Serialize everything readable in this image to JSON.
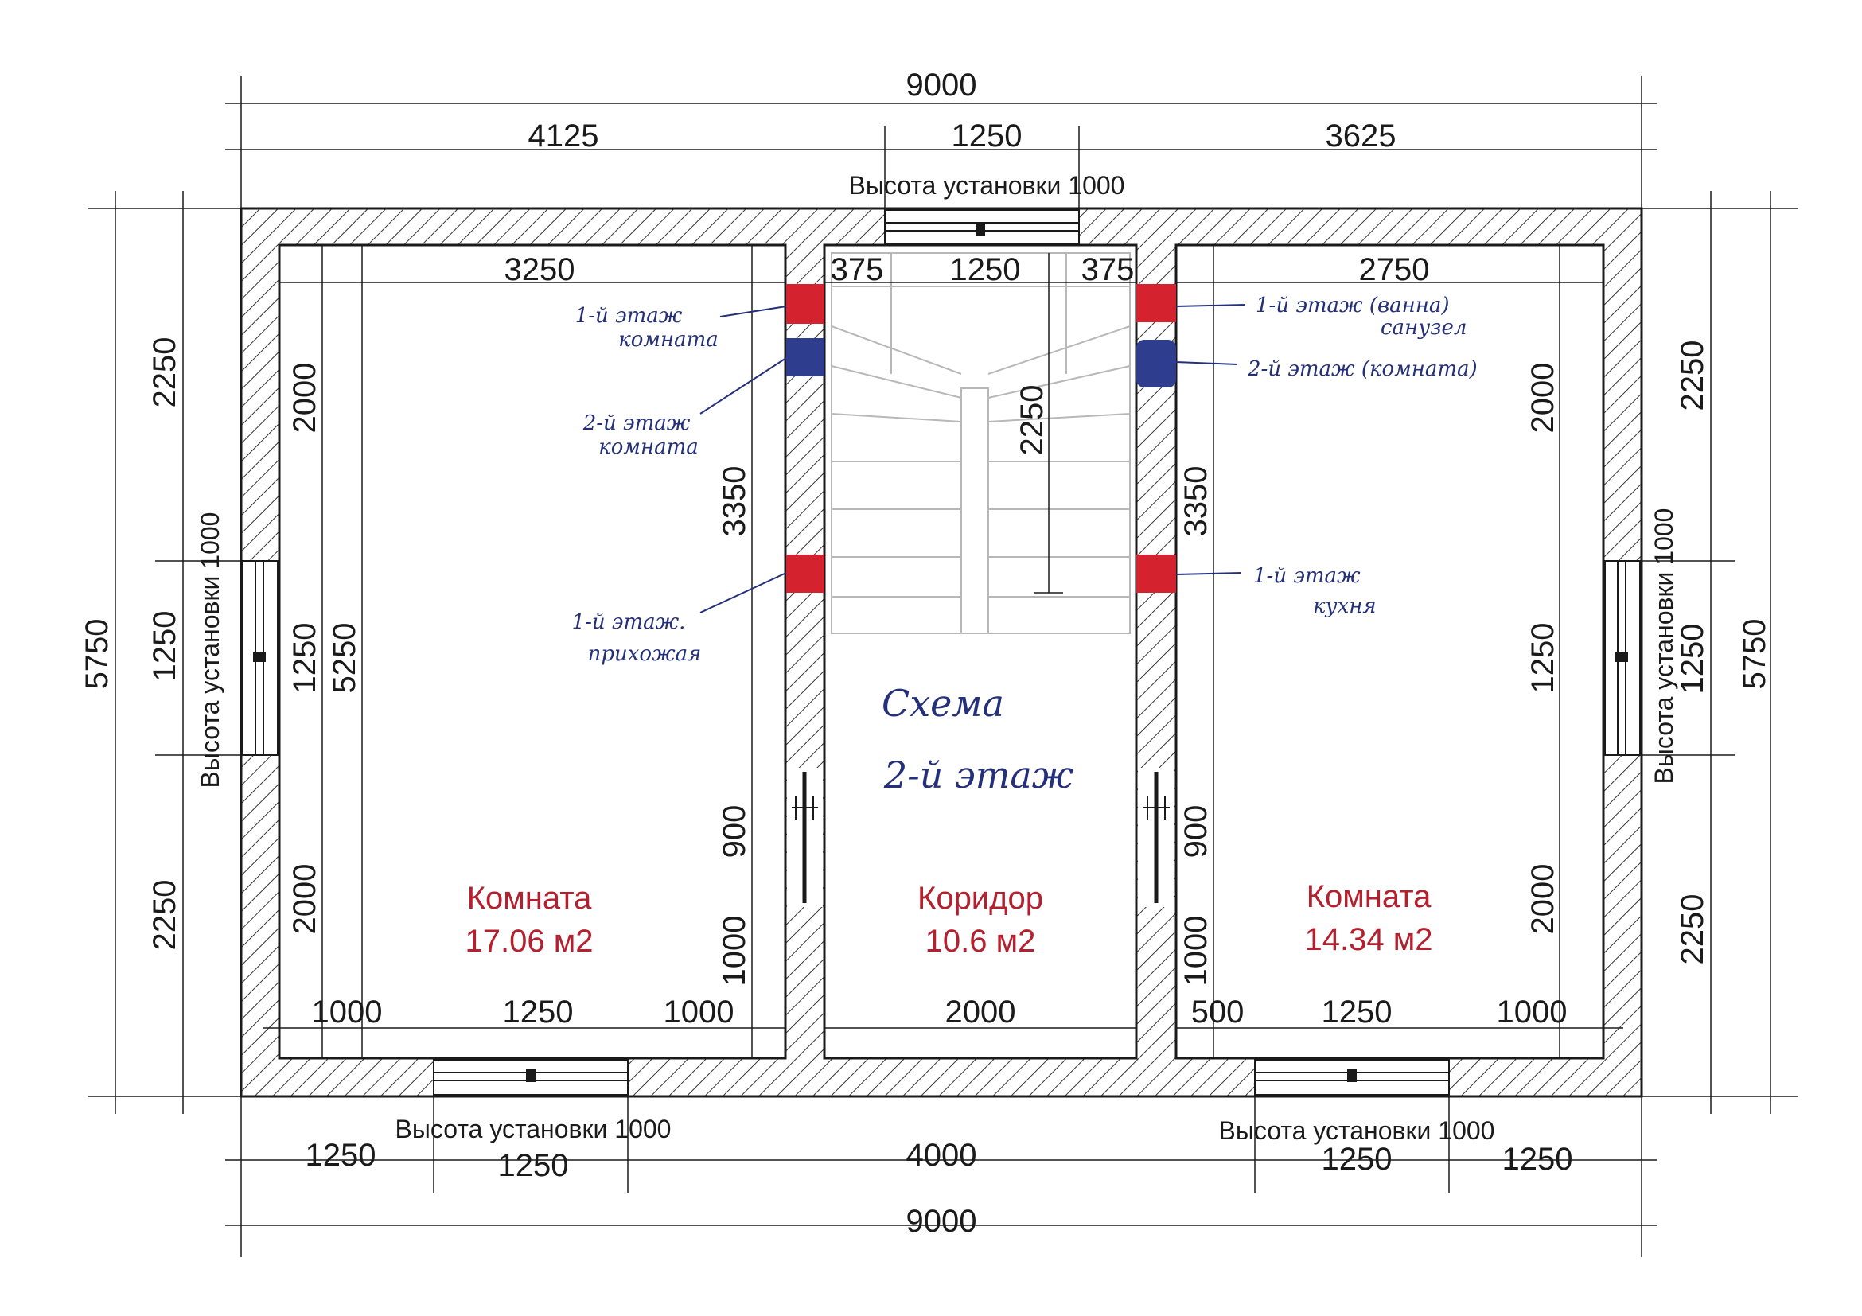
{
  "overall": {
    "top_width": "9000",
    "bottom_width": "9000",
    "left_height": "5750",
    "right_height": "5750"
  },
  "top_dims": {
    "left": "4125",
    "middle": "1250",
    "right": "3625"
  },
  "top_window_note": "Высота установки 1000",
  "bottom_window_notes": [
    "Высота установки 1000",
    "Высота установки 1000"
  ],
  "side_window_notes": [
    "Высота установки 1000",
    "Высота установки 1000"
  ],
  "bottom_dims": [
    "1250",
    "1250",
    "4000",
    "1250",
    "1250"
  ],
  "left_outer_dims": [
    "2250",
    "1250",
    "2250"
  ],
  "right_outer_dims": [
    "2250",
    "1250",
    "2250"
  ],
  "left_room": {
    "name": "Комната",
    "area": "17.06 м2",
    "width": "3250",
    "height": "5250",
    "wall_dims": [
      "2000",
      "1250",
      "2000"
    ],
    "bottom_dims": [
      "1000",
      "1250",
      "1000"
    ],
    "right_dims": [
      "3350",
      "900",
      "1000"
    ]
  },
  "corridor": {
    "name": "Коридор",
    "area": "10.6 м2",
    "stair_dims": [
      "375",
      "1250",
      "375"
    ],
    "stair_height": "2250",
    "width": "2000"
  },
  "right_room": {
    "name": "Комната",
    "area": "14.34 м2",
    "width": "2750",
    "wall_dims": [
      "2000",
      "1250",
      "2000"
    ],
    "bottom_dims": [
      "500",
      "1250",
      "1000"
    ],
    "left_dims": [
      "3350",
      "900",
      "1000"
    ]
  },
  "handwritten": {
    "title_line1": "Схема",
    "title_line2": "2-й этаж",
    "left_top_1": "1-й этаж",
    "left_top_2": "комната",
    "left_mid_1": "2-й этаж",
    "left_mid_2": "комната",
    "left_bottom_1": "1-й этаж.",
    "left_bottom_2": "прихожая",
    "right_top_1": "1-й этаж (ванна)",
    "right_top_2": "санузел",
    "right_mid": "2-й этаж (комната)",
    "right_bottom_1": "1-й этаж",
    "right_bottom_2": "кухня"
  },
  "marker_colors": {
    "red": "#d4232e",
    "blue": "#2f3d8f"
  }
}
